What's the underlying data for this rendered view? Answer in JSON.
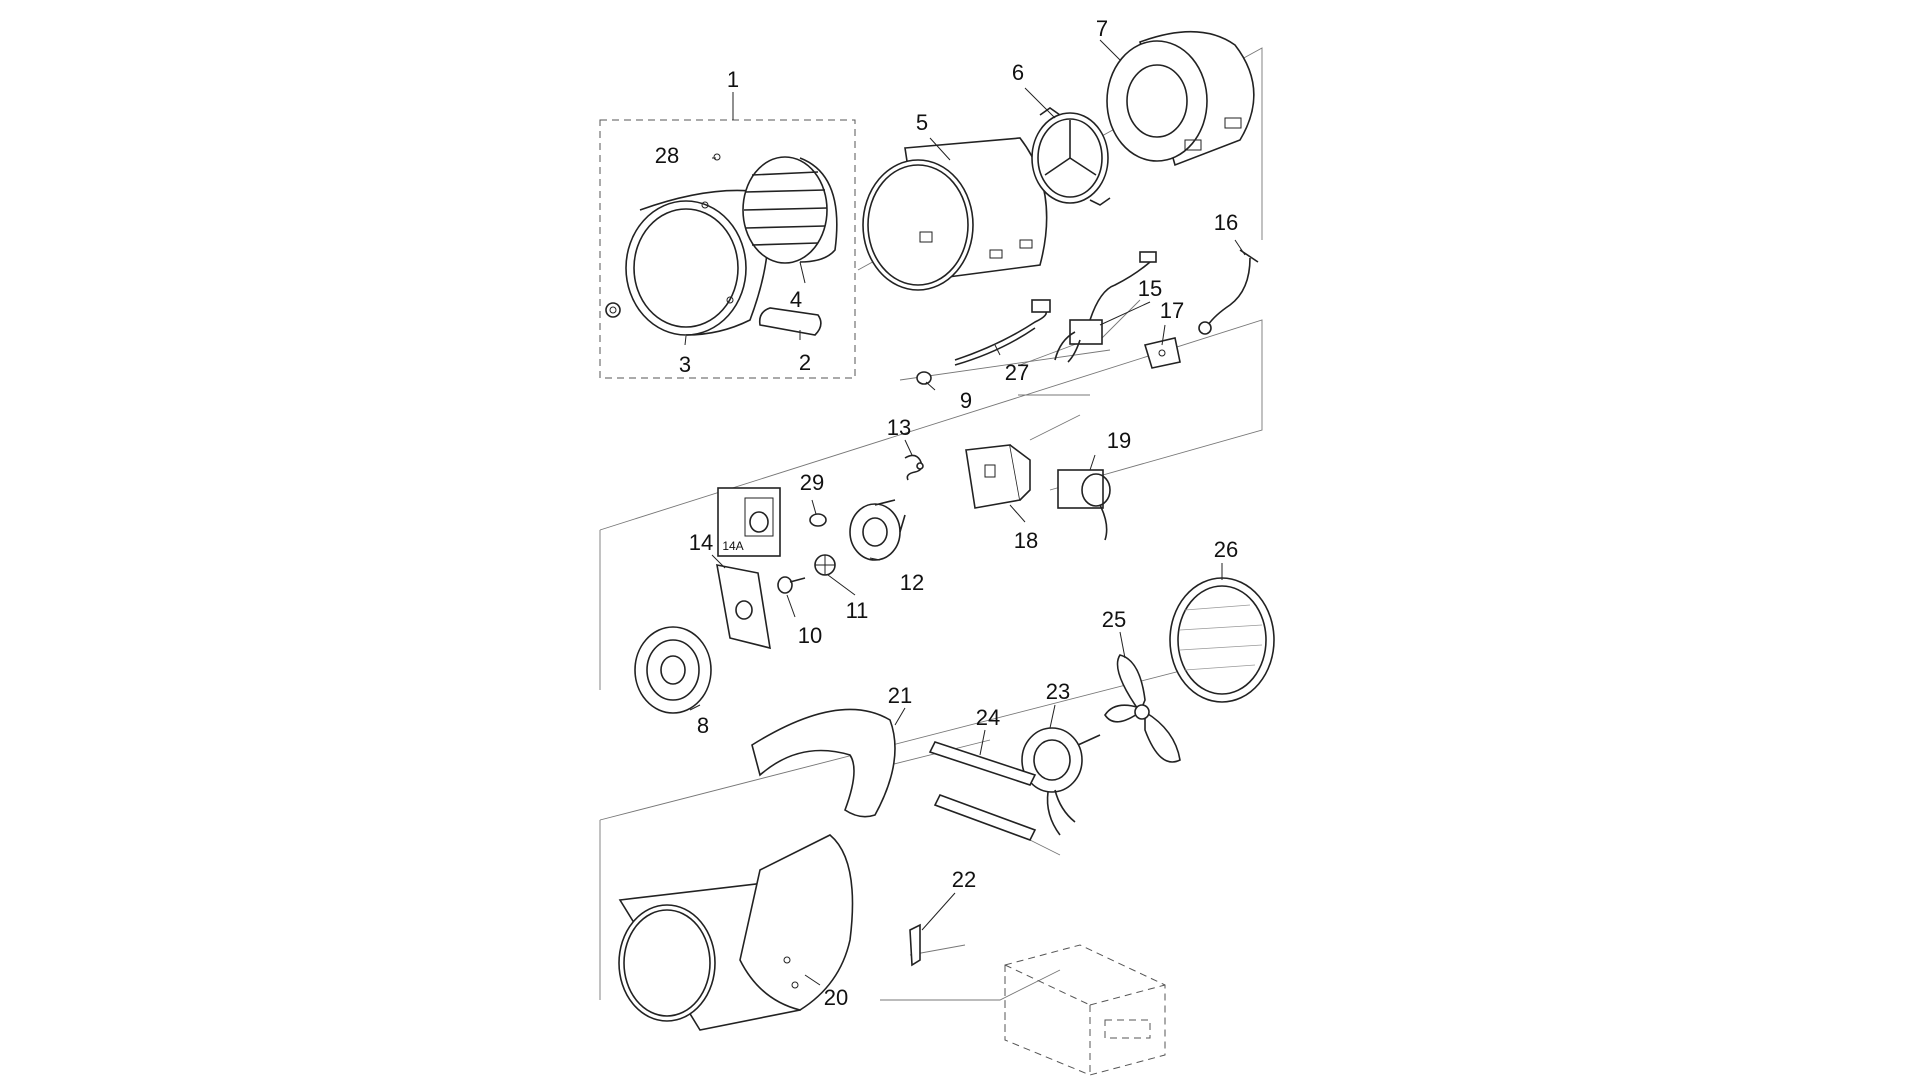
{
  "diagram": {
    "callouts": [
      "1",
      "2",
      "3",
      "4",
      "5",
      "6",
      "7",
      "8",
      "9",
      "10",
      "11",
      "12",
      "13",
      "14",
      "14A",
      "15",
      "16",
      "17",
      "18",
      "19",
      "20",
      "21",
      "22",
      "23",
      "24",
      "25",
      "26",
      "27",
      "28",
      "29"
    ]
  }
}
